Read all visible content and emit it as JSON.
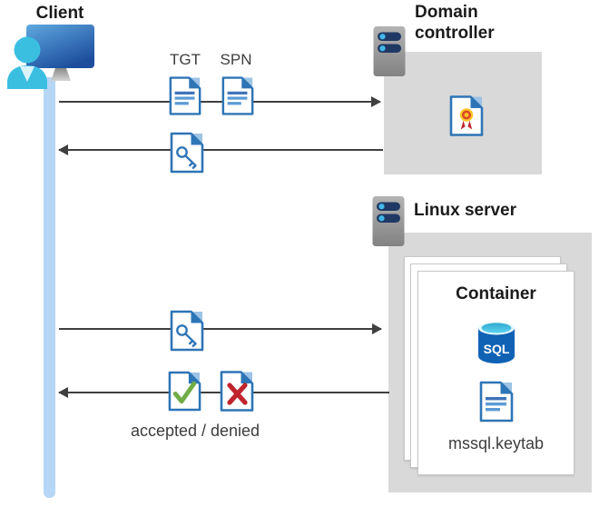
{
  "nodes": {
    "client": {
      "label": "Client"
    },
    "domain_controller": {
      "label": "Domain controller"
    },
    "linux_server": {
      "label": "Linux server"
    },
    "container": {
      "label": "Container"
    }
  },
  "artifacts": {
    "tgt_label": "TGT",
    "spn_label": "SPN",
    "sql_label": "SQL",
    "keytab_label": "mssql.keytab",
    "response_label": "accepted / denied"
  },
  "colors": {
    "doc_blue": "#2e75b6",
    "doc_line_blue": "#5b9bd5",
    "box_gray": "#d9d9d9",
    "arrow": "#3f3f3f",
    "lifeline": "#b7d6f6",
    "person_cyan": "#3abfe1",
    "server_bar_navy": "#1f3864",
    "server_dot_blue": "#41b8e8",
    "check_green": "#70ad47",
    "cross_red": "#c0242c",
    "ribbon_yellow": "#ffc526",
    "ribbon_red": "#c1272d",
    "card_border": "#c8c8c8"
  }
}
